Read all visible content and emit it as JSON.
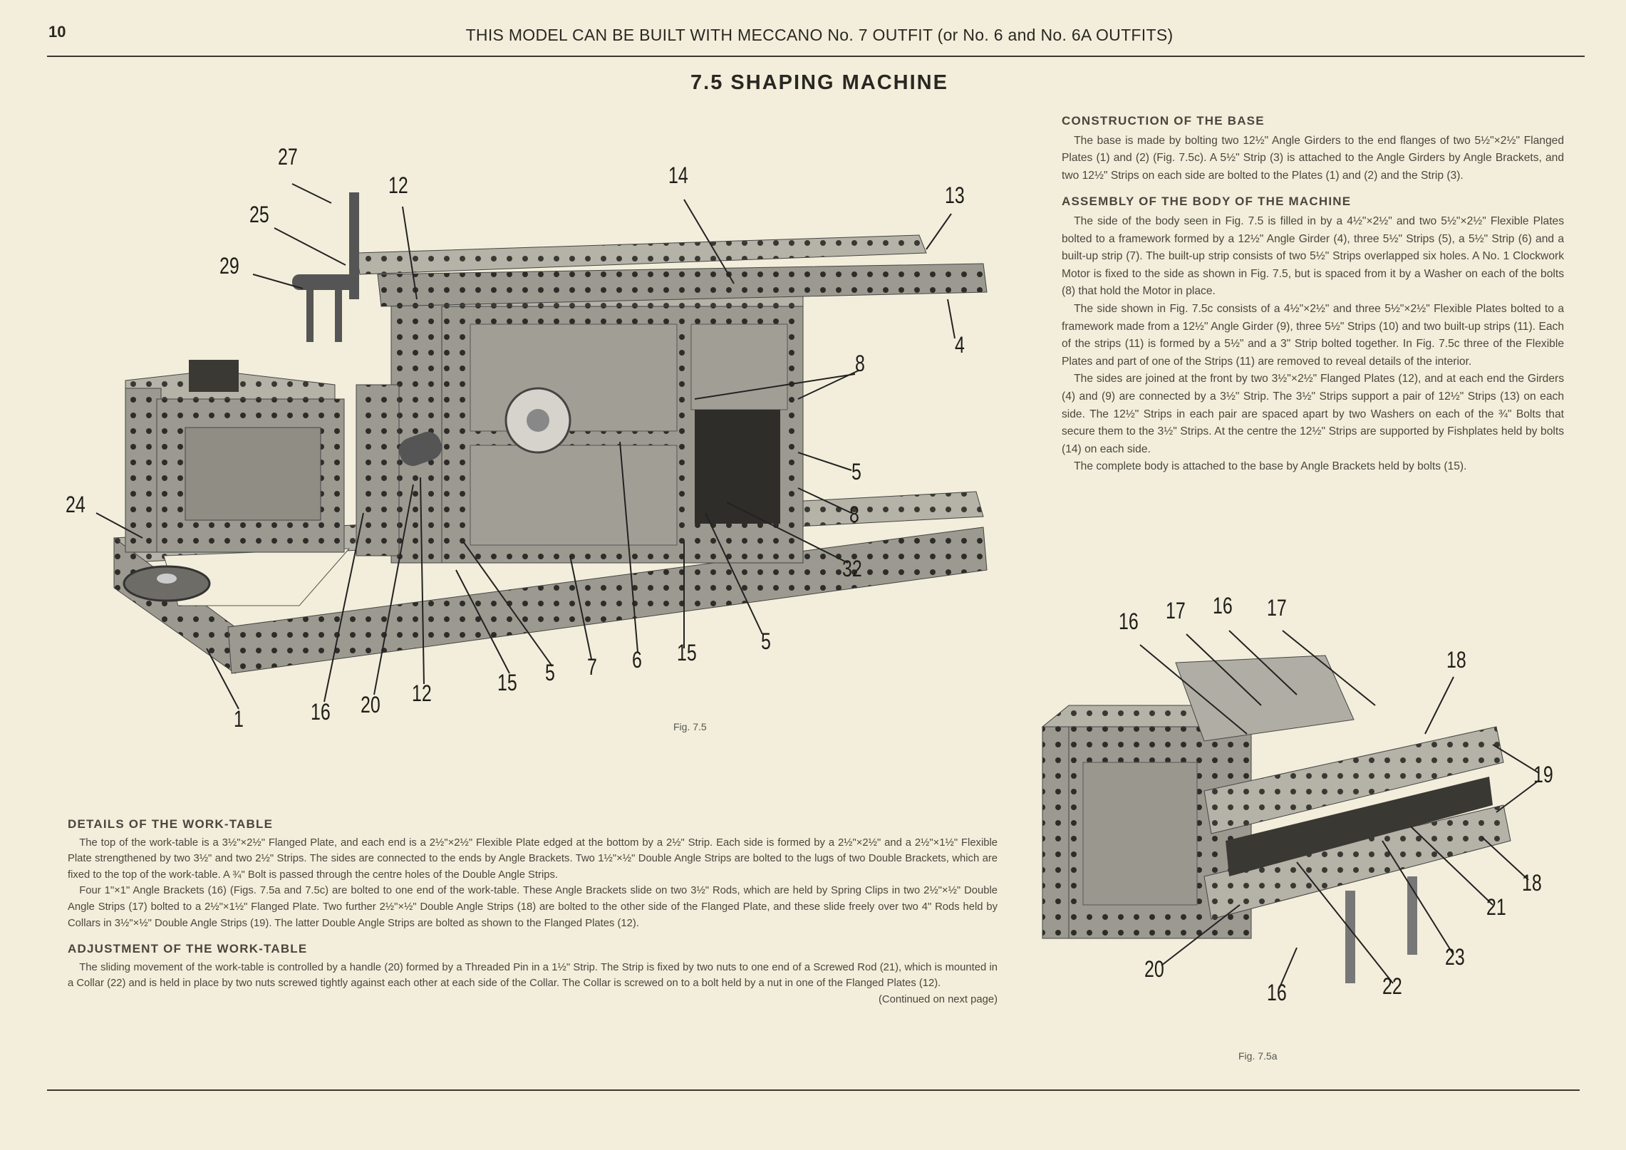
{
  "header": {
    "page_number": "10",
    "running_head": "THIS MODEL CAN BE BUILT WITH MECCANO No. 7 OUTFIT (or No. 6 and No. 6A OUTFITS)"
  },
  "title": "7.5  SHAPING MACHINE",
  "sections": {
    "base": {
      "heading": "CONSTRUCTION OF THE BASE",
      "paragraphs": [
        "The base is made by bolting two 12½\" Angle Girders to the end flanges of two 5½\"×2½\" Flanged Plates (1) and (2) (Fig. 7.5c). A 5½\" Strip (3) is attached to the Angle Girders by Angle Brackets, and two 12½\" Strips on each side are bolted to the Plates (1) and (2) and the Strip (3)."
      ]
    },
    "body": {
      "heading": "ASSEMBLY OF THE BODY OF THE MACHINE",
      "paragraphs": [
        "The side of the body seen in Fig. 7.5 is filled in by a 4½\"×2½\" and two 5½\"×2½\" Flexible Plates bolted to a framework formed by a 12½\" Angle Girder (4), three 5½\" Strips (5), a 5½\" Strip (6) and a built-up strip (7). The built-up strip consists of two 5½\" Strips overlapped six holes. A No. 1 Clockwork Motor is fixed to the side as shown in Fig. 7.5, but is spaced from it by a Washer on each of the bolts (8) that hold the Motor in place.",
        "The side shown in Fig. 7.5c consists of a 4½\"×2½\" and three 5½\"×2½\" Flexible Plates bolted to a framework made from a 12½\" Angle Girder (9), three 5½\" Strips (10) and two built-up strips (11). Each of the strips (11) is formed by a 5½\" and a 3\" Strip bolted together. In Fig. 7.5c three of the Flexible Plates and part of one of the Strips (11) are removed to reveal details of the interior.",
        "The sides are joined at the front by two 3½\"×2½\" Flanged Plates (12), and at each end the Girders (4) and (9) are connected by a 3½\" Strip. The 3½\" Strips support a pair of 12½\" Strips (13) on each side. The 12½\" Strips in each pair are spaced apart by two Washers on each of the ¾\" Bolts that secure them to the 3½\" Strips. At the centre the 12½\" Strips are supported by Fishplates held by bolts (14) on each side.",
        "The complete body is attached to the base by Angle Brackets held by bolts (15)."
      ]
    },
    "worktable": {
      "heading": "DETAILS OF THE WORK-TABLE",
      "paragraphs": [
        "The top of the work-table is a 3½\"×2½\" Flanged Plate, and each end is a 2½\"×2½\" Flexible Plate edged at the bottom by a 2½\" Strip. Each side is formed by a 2½\"×2½\" and a 2½\"×1½\" Flexible Plate strengthened by two 3½\" and two 2½\" Strips. The sides are connected to the ends by Angle Brackets. Two 1½\"×½\" Double Angle Strips are bolted to the lugs of two Double Brackets, which are fixed to the top of the work-table. A ¾\" Bolt is passed through the centre holes of the Double Angle Strips.",
        "Four 1\"×1\" Angle Brackets (16) (Figs. 7.5a and 7.5c) are bolted to one end of the work-table. These Angle Brackets slide on two 3½\" Rods, which are held by Spring Clips in two 2½\"×½\" Double Angle Strips (17) bolted to a 2½\"×1½\" Flanged Plate. Two further 2½\"×½\" Double Angle Strips (18) are bolted to the other side of the Flanged Plate, and these slide freely over two 4\" Rods held by Collars in 3½\"×½\" Double Angle Strips (19). The latter Double Angle Strips are bolted as shown to the Flanged Plates (12)."
      ]
    },
    "adjustment": {
      "heading": "ADJUSTMENT OF THE WORK-TABLE",
      "paragraphs": [
        "The sliding movement of the work-table is controlled by a handle (20) formed by a Threaded Pin in a 1½\" Strip. The Strip is fixed by two nuts to one end of a Screwed Rod (21), which is mounted in a Collar (22) and is held in place by two nuts screwed tightly against each other at each side of the Collar. The Collar is screwed on to a bolt held by a nut in one of the Flanged Plates (12)."
      ],
      "continued": "(Continued on next page)"
    }
  },
  "figures": {
    "fig75": {
      "caption": "Fig. 7.5",
      "callouts": [
        "27",
        "12",
        "14",
        "13",
        "25",
        "29",
        "4",
        "8",
        "5",
        "8",
        "24",
        "32",
        "5",
        "15",
        "6",
        "7",
        "5",
        "15",
        "12",
        "20",
        "16",
        "1"
      ]
    },
    "fig75a": {
      "caption": "Fig. 7.5a",
      "callouts": [
        "16",
        "17",
        "16",
        "17",
        "18",
        "19",
        "18",
        "21",
        "23",
        "22",
        "20",
        "16"
      ]
    }
  }
}
